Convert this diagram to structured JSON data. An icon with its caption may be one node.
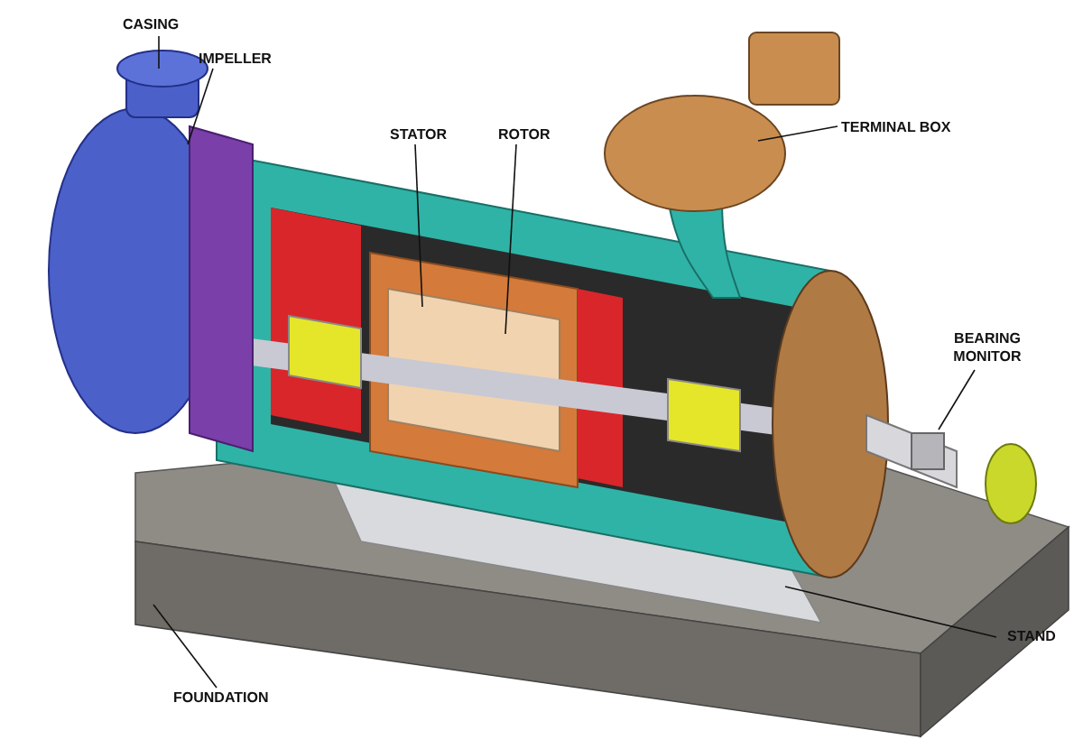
{
  "diagram": {
    "nodes": [
      {
        "text": [
          "CASING"
        ]
      },
      {
        "text": [
          "IMPELLER"
        ]
      },
      {
        "text": [
          "STATOR"
        ]
      },
      {
        "text": [
          "ROTOR"
        ]
      },
      {
        "text": [
          "TERMINAL BOX"
        ]
      },
      {
        "text": [
          "BEARING MONITOR"
        ]
      },
      {
        "text": [
          "STAND"
        ]
      },
      {
        "text": [
          "FOUNDATION"
        ]
      }
    ],
    "edges": [
      {
        "from": 0,
        "to": null,
        "arrow": "none"
      },
      {
        "from": 1,
        "to": null,
        "arrow": "none"
      },
      {
        "from": 2,
        "to": null,
        "arrow": "none"
      },
      {
        "from": 3,
        "to": null,
        "arrow": "none"
      },
      {
        "from": 4,
        "to": null,
        "arrow": "none"
      },
      {
        "from": 5,
        "to": null,
        "arrow": "none"
      },
      {
        "from": 6,
        "to": null,
        "arrow": "none"
      },
      {
        "from": 7,
        "to": null,
        "arrow": "none"
      }
    ]
  }
}
